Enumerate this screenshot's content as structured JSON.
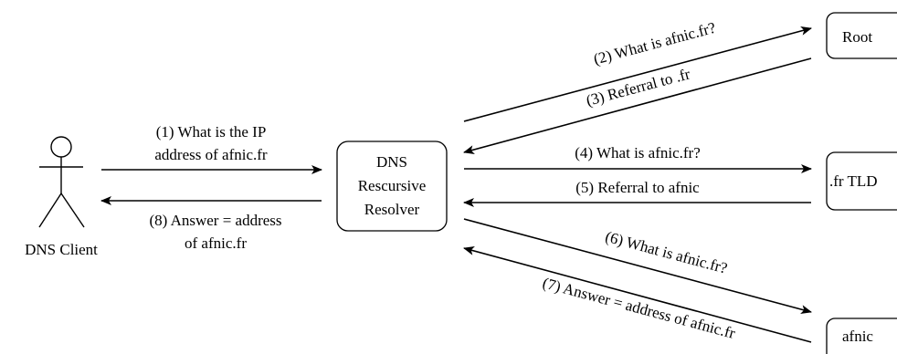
{
  "client": {
    "label": "DNS Client"
  },
  "resolver": {
    "lines": [
      "DNS",
      "Rescursive",
      "Resolver"
    ]
  },
  "servers": {
    "root": "Root",
    "tld": ".fr TLD",
    "afnic": "afnic"
  },
  "messages": {
    "m1": [
      "(1) What is the IP",
      "address of afnic.fr"
    ],
    "m2": "(2) What is afnic.fr?",
    "m3": "(3) Referral to .fr",
    "m4": "(4) What is afnic.fr?",
    "m5": "(5) Referral to afnic",
    "m6": "(6) What is afnic.fr?",
    "m7": "(7) Answer = address of afnic.fr",
    "m8": [
      "(8) Answer = address",
      "of afnic.fr"
    ]
  }
}
